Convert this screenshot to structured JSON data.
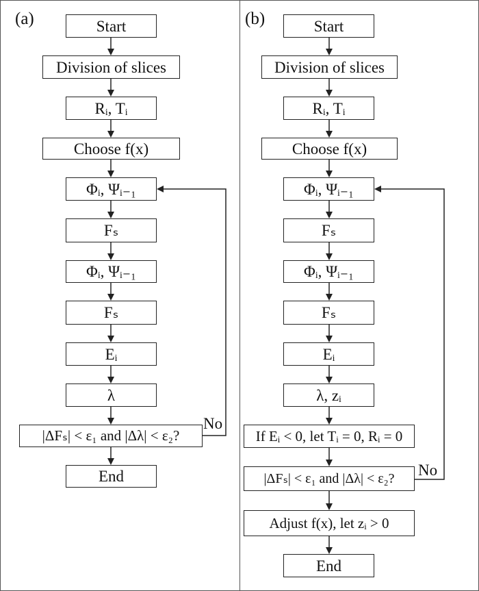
{
  "panel_a": {
    "label": "(a)",
    "steps": [
      "Start",
      "Division of slices",
      "Rᵢ, Tᵢ",
      "Choose f(x)",
      "Φᵢ, Ψᵢ₋₁",
      "Fₛ",
      "Φᵢ, Ψᵢ₋₁",
      "Fₛ",
      "Eᵢ",
      "λ",
      "|ΔFₛ| < ε₁ and |Δλ| < ε₂?",
      "End"
    ],
    "loop_label": "No"
  },
  "panel_b": {
    "label": "(b)",
    "steps": [
      "Start",
      "Division of slices",
      "Rᵢ, Tᵢ",
      "Choose f(x)",
      "Φᵢ, Ψᵢ₋₁",
      "Fₛ",
      "Φᵢ, Ψᵢ₋₁",
      "Fₛ",
      "Eᵢ",
      "λ, zᵢ",
      "If Eᵢ < 0, let Tᵢ = 0, Rᵢ = 0",
      "|ΔFₛ| < ε₁ and |Δλ| < ε₂?",
      "Adjust f(x), let zᵢ > 0",
      "End"
    ],
    "loop_label": "No"
  }
}
